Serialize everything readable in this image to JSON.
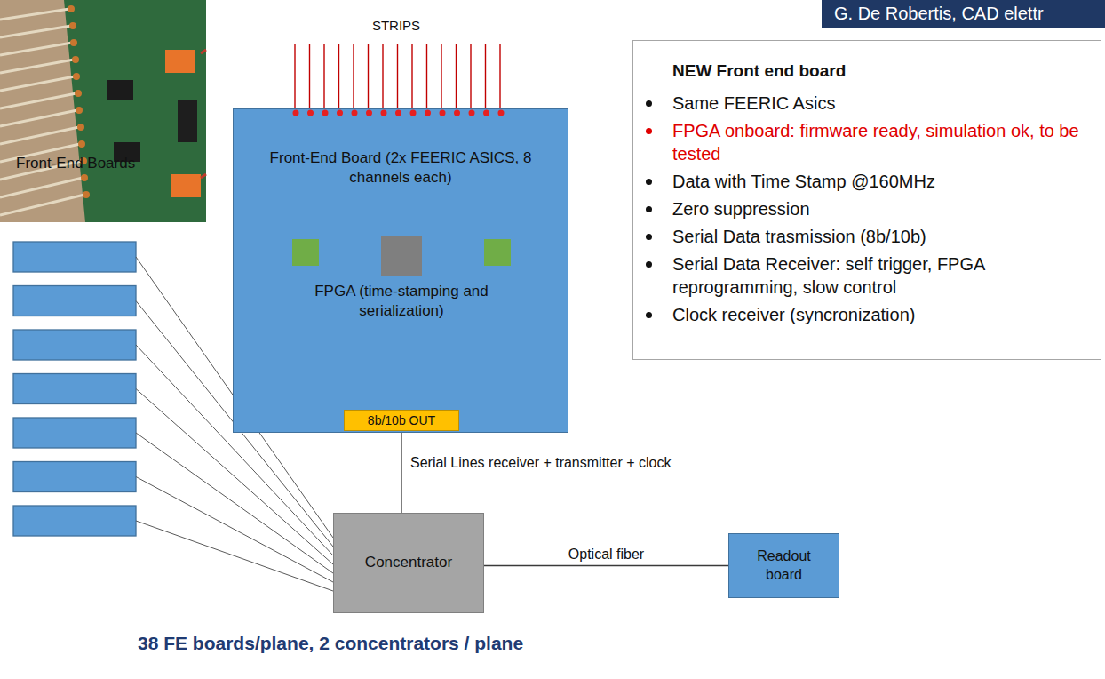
{
  "diagram": {
    "caption": "38 FE boards/plane, 2 concentrators / plane",
    "nodes": [
      {
        "text": [
          "Front-End Board (2x FEERIC ASICS, 8 channels each)"
        ]
      },
      {
        "text": [
          "FPGA (time-stamping and serialization)"
        ],
        "in": 0
      },
      {
        "text": [
          "8b/10b OUT"
        ],
        "in": 0
      },
      {
        "text": [
          "NEW Front end board",
          "Same FEERIC Asics",
          "FPGA onboard: firmware ready, simulation ok, to be tested",
          "Data with Time Stamp @160MHz",
          "Zero suppression",
          "Serial Data trasmission (8b/10b)",
          "Serial Data Receiver: self trigger, FPGA reprogramming, slow control",
          "Clock receiver (syncronization)"
        ]
      },
      {
        "text": [
          "Concentrator"
        ]
      },
      {
        "text": [
          "Readout board"
        ]
      }
    ],
    "edges": [
      {
        "from": 2,
        "to": 4,
        "arrow": "none",
        "label": "Serial Lines receiver + transmitter + clock"
      },
      {
        "from": 4,
        "to": 5,
        "arrow": "none",
        "label": "Optical fiber"
      }
    ],
    "labels": [
      "G. De Robertis, CAD elettr",
      "STRIPS",
      "Front-End Boards"
    ]
  }
}
